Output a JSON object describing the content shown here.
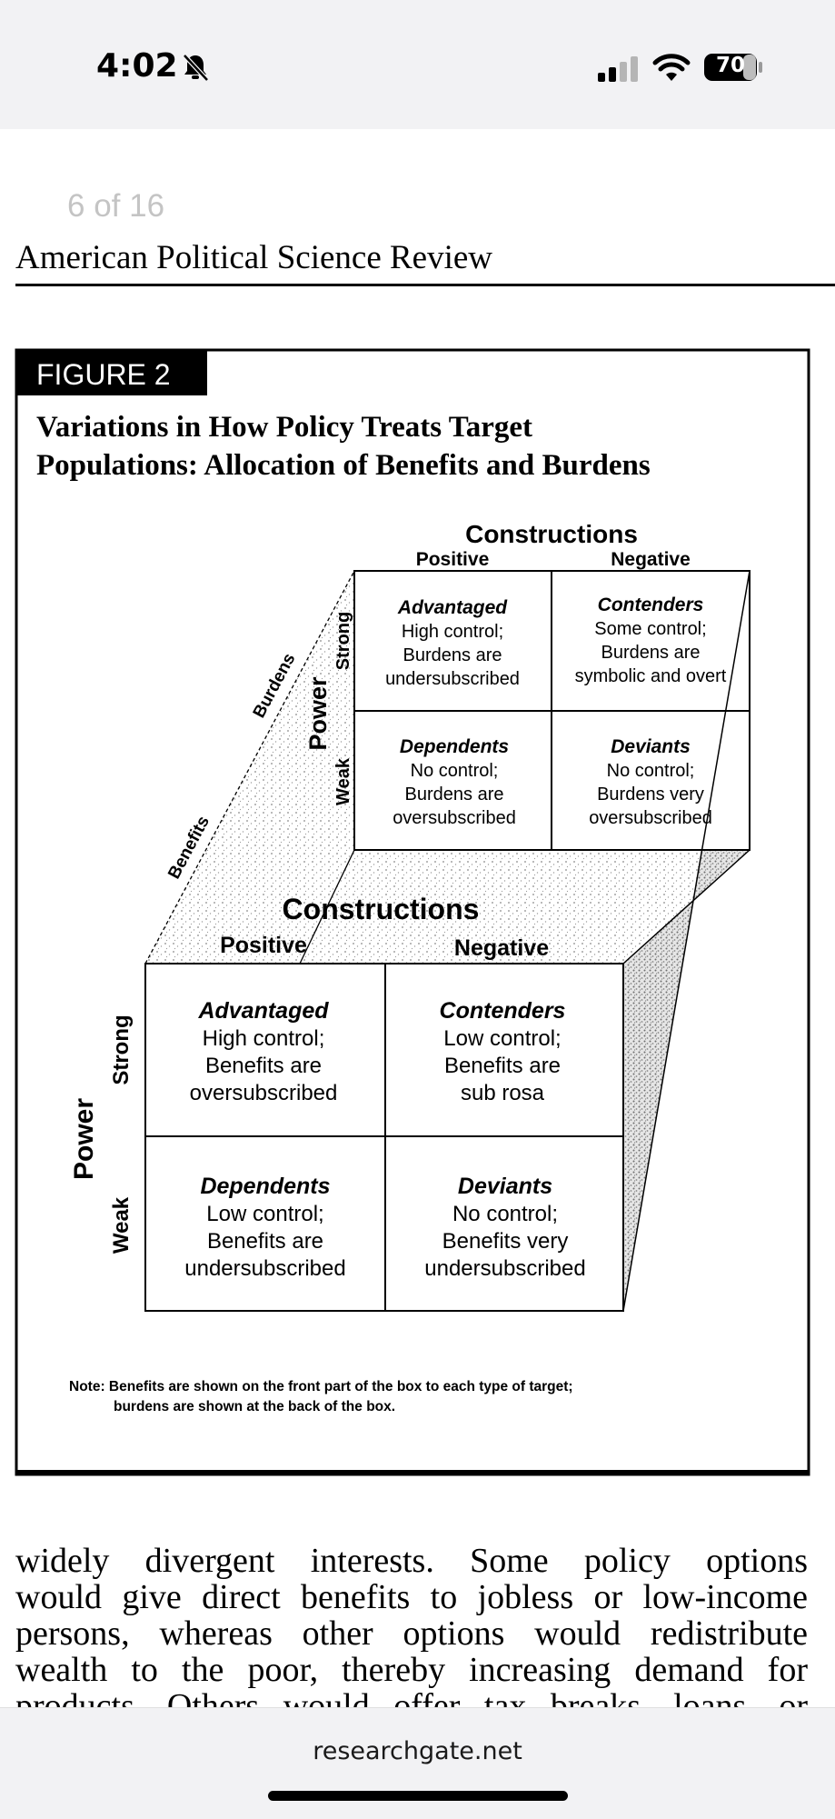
{
  "status_bar": {
    "time": "4:02",
    "battery_level": "70",
    "icons": [
      "bell-slash-icon",
      "cellular-signal-icon",
      "wifi-icon",
      "battery-icon"
    ]
  },
  "page_counter": "6 of 16",
  "journal_title": "American Political Science Review",
  "figure": {
    "badge": "FIGURE 2",
    "title_lines": [
      "Variations in How Policy Treats Target",
      "Populations: Allocation of Benefits and Burdens"
    ],
    "back": {
      "constructions_label": "Constructions",
      "positive_label": "Positive",
      "negative_label": "Negative",
      "power_label": "Power",
      "strong_label": "Strong",
      "weak_label": "Weak",
      "cells": [
        {
          "name": "Advantaged",
          "lines": [
            "High control;",
            "Burdens are",
            "undersubscribed"
          ]
        },
        {
          "name": "Contenders",
          "lines": [
            "Some control;",
            "Burdens are",
            "symbolic and overt"
          ]
        },
        {
          "name": "Dependents",
          "lines": [
            "No control;",
            "Burdens are",
            "oversubscribed"
          ]
        },
        {
          "name": "Deviants",
          "lines": [
            "No control;",
            "Burdens very",
            "oversubscribed"
          ]
        }
      ]
    },
    "front": {
      "constructions_label": "Constructions",
      "positive_label": "Positive",
      "negative_label": "Negative",
      "power_label": "Power",
      "strong_label": "Strong",
      "weak_label": "Weak",
      "cells": [
        {
          "name": "Advantaged",
          "lines": [
            "High control;",
            "Benefits are",
            "oversubscribed"
          ]
        },
        {
          "name": "Contenders",
          "lines": [
            "Low control;",
            "Benefits are",
            "sub rosa"
          ]
        },
        {
          "name": "Dependents",
          "lines": [
            "Low control;",
            "Benefits are",
            "undersubscribed"
          ]
        },
        {
          "name": "Deviants",
          "lines": [
            "No control;",
            "Benefits very",
            "undersubscribed"
          ]
        }
      ]
    },
    "diagonal_labels": {
      "burdens": "Burdens",
      "benefits": "Benefits"
    },
    "note_lines": [
      "Note: Benefits are shown on the front part of the box to each type of target;",
      "burdens are shown at the back of the box."
    ]
  },
  "body_text_lines": [
    "widely divergent interests. Some policy options",
    "would give direct benefits to jobless or low-income",
    "persons, whereas other options would redistribute",
    "wealth to the poor, thereby increasing demand for",
    "products. Others would offer tax breaks, loans, or"
  ],
  "browser_url": "researchgate.net"
}
